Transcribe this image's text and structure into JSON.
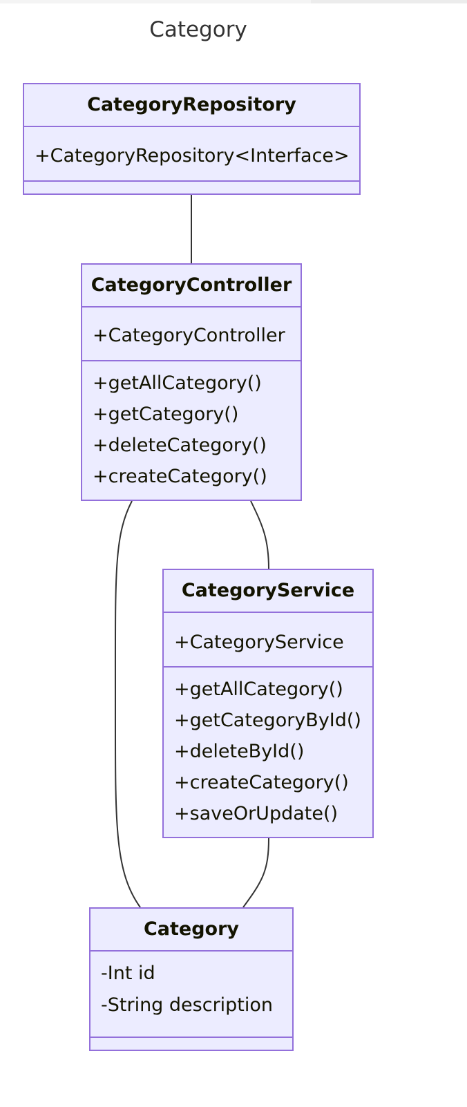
{
  "diagram": {
    "title": "Category",
    "classes": [
      {
        "id": "repo",
        "name": "CategoryRepository",
        "attributes": [
          "+CategoryRepository<Interface>"
        ],
        "methods": []
      },
      {
        "id": "ctrl",
        "name": "CategoryController",
        "attributes": [
          "+CategoryController"
        ],
        "methods": [
          "+getAllCategory()",
          "+getCategory()",
          "+deleteCategory()",
          "+createCategory()"
        ]
      },
      {
        "id": "svc",
        "name": "CategoryService",
        "attributes": [
          "+CategoryService"
        ],
        "methods": [
          "+getAllCategory()",
          "+getCategoryById()",
          "+deleteById()",
          "+createCategory()",
          "+saveOrUpdate()"
        ]
      },
      {
        "id": "cat",
        "name": "Category",
        "attributes": [
          "-Int id",
          "-String description"
        ],
        "methods": []
      }
    ],
    "relations": [
      {
        "from": "repo",
        "to": "ctrl"
      },
      {
        "from": "ctrl",
        "to": "cat"
      },
      {
        "from": "ctrl",
        "to": "svc"
      },
      {
        "from": "svc",
        "to": "cat"
      }
    ],
    "colors": {
      "node_fill": "#ececff",
      "node_border": "#9370db",
      "edge": "#333333",
      "text": "#131300"
    }
  }
}
